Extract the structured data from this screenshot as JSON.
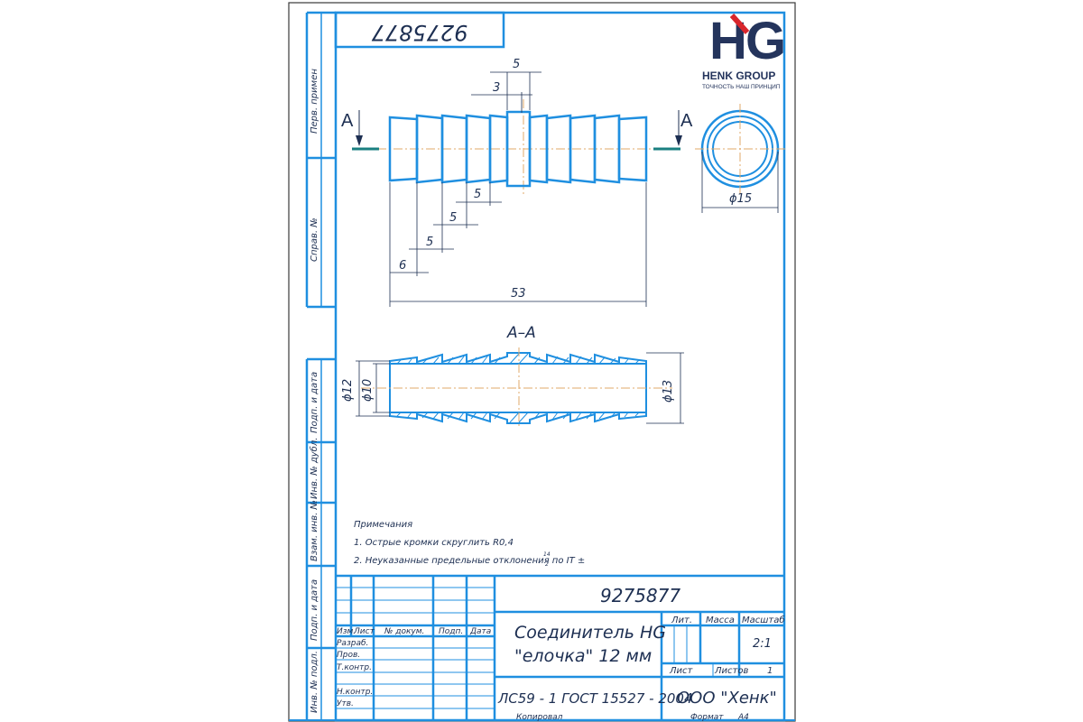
{
  "logo": {
    "mark": "HG",
    "company": "HENK GROUP",
    "tagline": "ТОЧНОСТЬ НАШ ПРИНЦИП",
    "colors": {
      "blue": "#24345c",
      "red": "#d8262c"
    }
  },
  "corner_stamp": "9275877",
  "left_strip": {
    "top_labels": [
      "Перв. примен",
      "Справ. №"
    ],
    "bottom_labels": [
      "Подп. и дата",
      "Инв. № дубл.",
      "Взам. инв. №",
      "Подп. и дата",
      "Инв. № подл."
    ]
  },
  "drawing": {
    "dimensions": {
      "top_5": "5",
      "top_3": "3",
      "step_5a": "5",
      "step_5b": "5",
      "step_5c": "5",
      "step_6": "6",
      "overall": "53",
      "end_view_dia": "ϕ15",
      "section_d12": "ϕ12",
      "section_d10": "ϕ10",
      "section_d13": "ϕ13"
    },
    "section_marker": "А",
    "section_title": "А–А"
  },
  "notes": {
    "title": "Примечания",
    "items": [
      "1. Острые кромки скруглить R0,4",
      "2. Неуказанные предельные отклонения по IT ±"
    ],
    "tolerance_fraction": {
      "num": "14",
      "den": "2"
    }
  },
  "title_block": {
    "doc_number": "9275877",
    "name_line1": "Соединитель HG",
    "name_line2": "\"елочка\" 12 мм",
    "material": "ЛС59 - 1 ГОСТ 15527 - 2004",
    "company": "ООО \"Хенк\"",
    "headers": {
      "lit": "Лит.",
      "mass": "Масса",
      "scale": "Масштаб"
    },
    "scale_value": "2:1",
    "sheet_label": "Лист",
    "sheets_label": "Листов",
    "sheets_value": "1",
    "col_headers": [
      "Изм.",
      "Лист",
      "№ докум.",
      "Подп.",
      "Дата"
    ],
    "row_labels": [
      "Разраб.",
      "Пров.",
      "Т.контр.",
      "Н.контр.",
      "Утв."
    ],
    "copied": "Копировал",
    "format_label": "Формат",
    "format_value": "A4"
  }
}
